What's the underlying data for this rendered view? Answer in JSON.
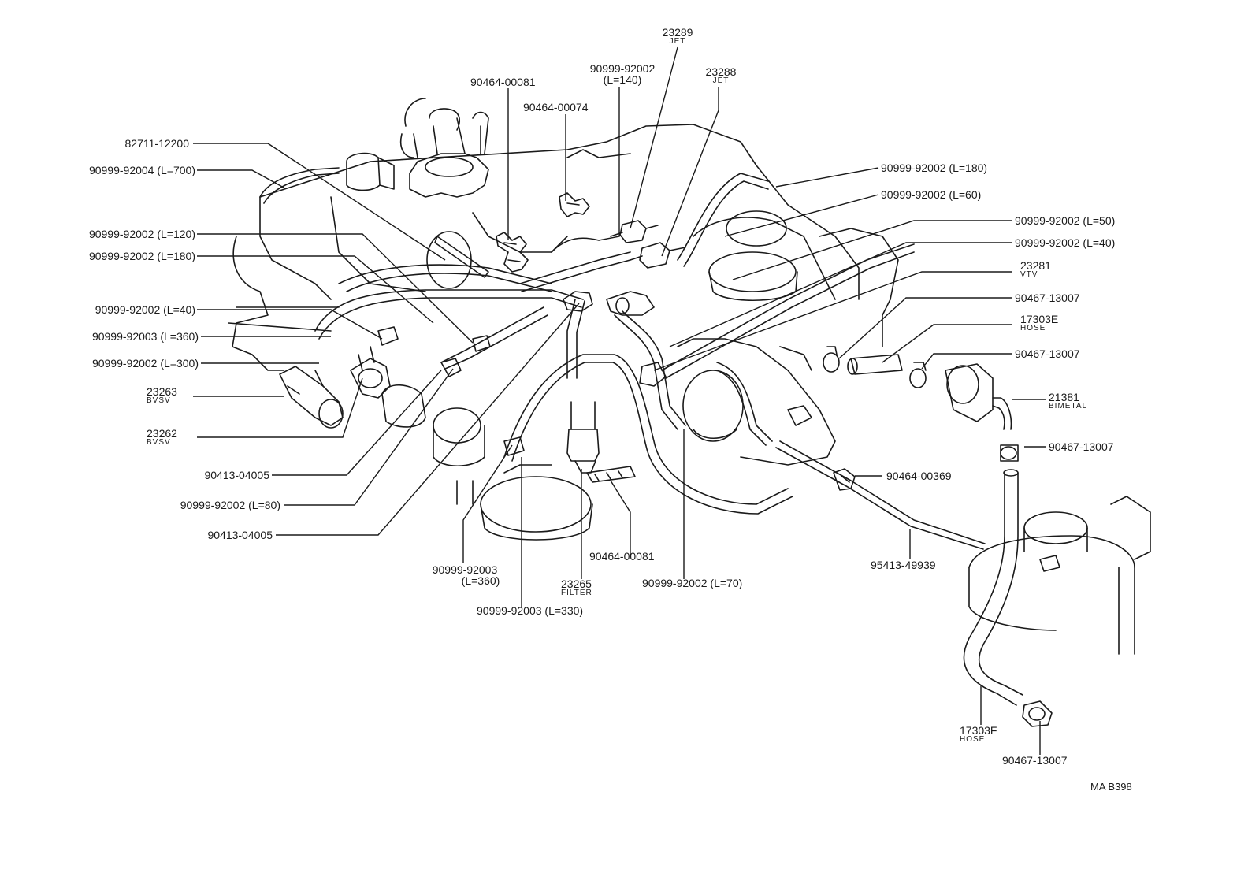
{
  "diagram_id": "MA B398",
  "colors": {
    "ink": "#1a1a1a",
    "background": "#ffffff"
  },
  "labels": [
    {
      "id": "L1",
      "part": "23289",
      "sub": "JET"
    },
    {
      "id": "L2",
      "part": "90999-92002",
      "sub": "(L=140)"
    },
    {
      "id": "L3",
      "part": "23288",
      "sub": "JET"
    },
    {
      "id": "L4",
      "part": "90464-00081",
      "sub": ""
    },
    {
      "id": "L5",
      "part": "90464-00074",
      "sub": ""
    },
    {
      "id": "L6",
      "part": "82711-12200",
      "sub": ""
    },
    {
      "id": "L7",
      "part": "90999-92004 (L=700)",
      "sub": ""
    },
    {
      "id": "L8",
      "part": "90999-92002 (L=180)",
      "sub": ""
    },
    {
      "id": "L9",
      "part": "90999-92002 (L=60)",
      "sub": ""
    },
    {
      "id": "L10",
      "part": "90999-92002 (L=120)",
      "sub": ""
    },
    {
      "id": "L11",
      "part": "90999-92002 (L=50)",
      "sub": ""
    },
    {
      "id": "L12",
      "part": "90999-92002 (L=180)",
      "sub": ""
    },
    {
      "id": "L13",
      "part": "90999-92002 (L=40)",
      "sub": ""
    },
    {
      "id": "L14",
      "part": "23281",
      "sub": "VTV"
    },
    {
      "id": "L15",
      "part": "90999-92002 (L=40)",
      "sub": ""
    },
    {
      "id": "L16",
      "part": "90467-13007",
      "sub": ""
    },
    {
      "id": "L17",
      "part": "90999-92003 (L=360)",
      "sub": ""
    },
    {
      "id": "L18",
      "part": "17303E",
      "sub": "HOSE"
    },
    {
      "id": "L19",
      "part": "90999-92002 (L=300)",
      "sub": ""
    },
    {
      "id": "L20",
      "part": "90467-13007",
      "sub": ""
    },
    {
      "id": "L21",
      "part": "23263",
      "sub": "BVSV"
    },
    {
      "id": "L22",
      "part": "21381",
      "sub": "BIMETAL"
    },
    {
      "id": "L23",
      "part": "23262",
      "sub": "BVSV"
    },
    {
      "id": "L24",
      "part": "90467-13007",
      "sub": ""
    },
    {
      "id": "L25",
      "part": "90413-04005",
      "sub": ""
    },
    {
      "id": "L26",
      "part": "90464-00369",
      "sub": ""
    },
    {
      "id": "L27",
      "part": "90999-92002 (L=80)",
      "sub": ""
    },
    {
      "id": "L28",
      "part": "90413-04005",
      "sub": ""
    },
    {
      "id": "L29",
      "part": "95413-49939",
      "sub": ""
    },
    {
      "id": "L30",
      "part": "90464-00081",
      "sub": ""
    },
    {
      "id": "L31",
      "part": "90999-92003",
      "sub": "(L=360)"
    },
    {
      "id": "L32",
      "part": "23265",
      "sub": "FILTER"
    },
    {
      "id": "L33",
      "part": "90999-92002 (L=70)",
      "sub": ""
    },
    {
      "id": "L34",
      "part": "90999-92003 (L=330)",
      "sub": ""
    },
    {
      "id": "L35",
      "part": "17303F",
      "sub": "HOSE"
    },
    {
      "id": "L36",
      "part": "90467-13007",
      "sub": ""
    }
  ]
}
